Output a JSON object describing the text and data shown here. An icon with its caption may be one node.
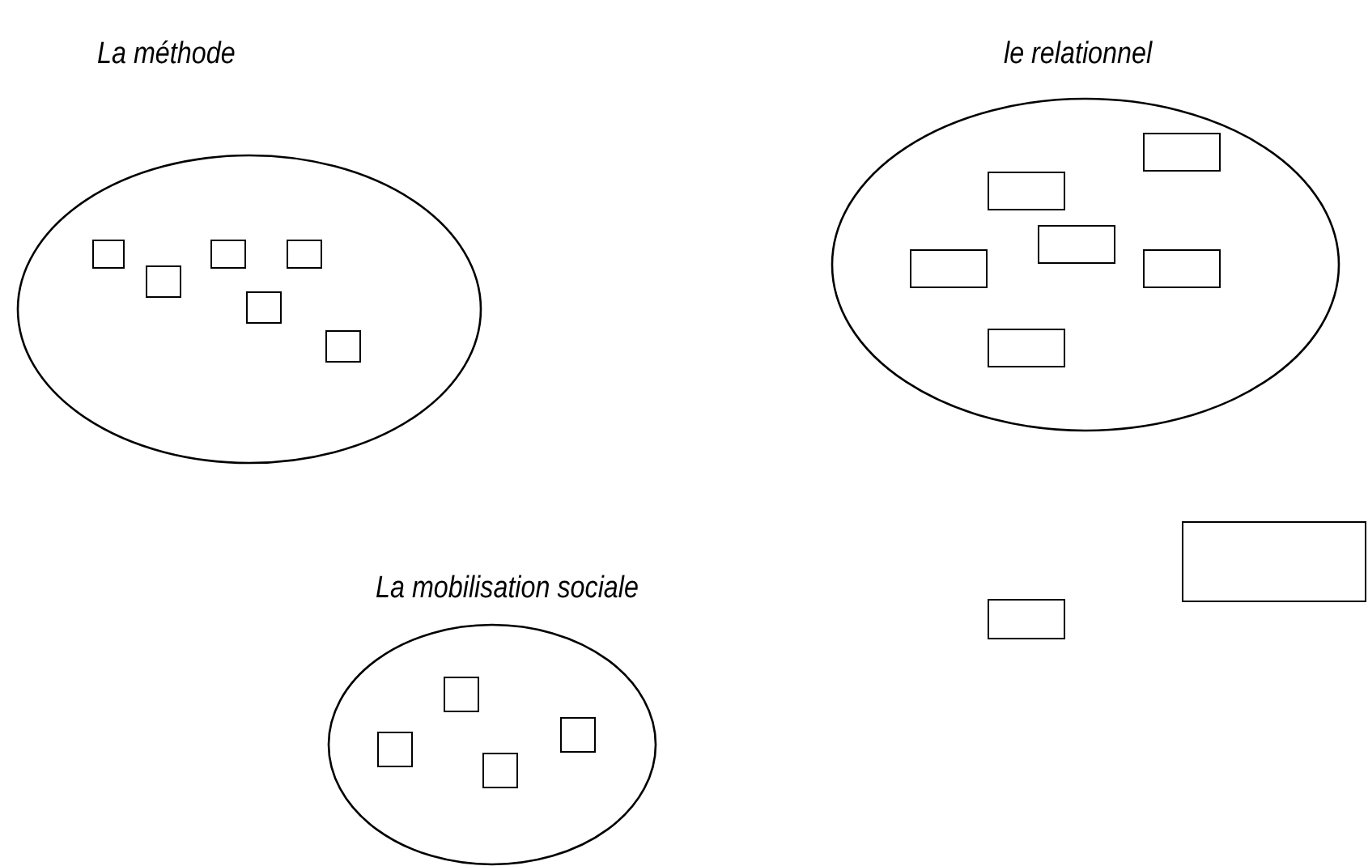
{
  "diagram": {
    "nodes": [
      {
        "text": [
          "La méthode"
        ]
      },
      {
        "text": [],
        "shape": "box",
        "in": 0
      },
      {
        "text": [],
        "shape": "box",
        "in": 0
      },
      {
        "text": [],
        "shape": "box",
        "in": 0
      },
      {
        "text": [],
        "shape": "box",
        "in": 0
      },
      {
        "text": [],
        "shape": "box",
        "in": 0
      },
      {
        "text": [],
        "shape": "box",
        "in": 0
      },
      {
        "text": [
          "le relationnel"
        ]
      },
      {
        "text": [],
        "shape": "box",
        "in": 7
      },
      {
        "text": [],
        "shape": "box",
        "in": 7
      },
      {
        "text": [],
        "shape": "box",
        "in": 7
      },
      {
        "text": [],
        "shape": "box",
        "in": 7
      },
      {
        "text": [],
        "shape": "box",
        "in": 7
      },
      {
        "text": [],
        "shape": "box",
        "in": 7
      },
      {
        "text": [
          "La mobilisation sociale"
        ]
      },
      {
        "text": [],
        "shape": "box",
        "in": 14
      },
      {
        "text": [],
        "shape": "box",
        "in": 14
      },
      {
        "text": [],
        "shape": "box",
        "in": 14
      },
      {
        "text": [],
        "shape": "box",
        "in": 14
      },
      {
        "text": [],
        "shape": "box"
      },
      {
        "text": [],
        "shape": "box"
      }
    ]
  }
}
